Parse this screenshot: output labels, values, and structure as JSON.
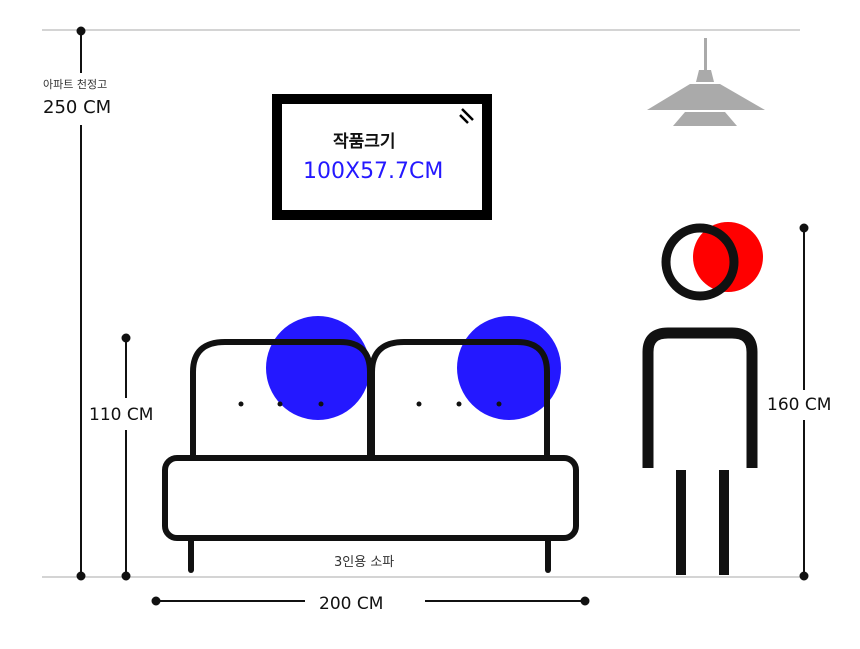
{
  "ceiling": {
    "label": "아파트 천정고",
    "value": "250 CM"
  },
  "artwork": {
    "title": "작품크기",
    "size": "100X57.7CM"
  },
  "sofa": {
    "height": "110 CM",
    "width": "200 CM",
    "label": "3인용 소파"
  },
  "person": {
    "height": "160 CM"
  },
  "colors": {
    "accent_blue": "#2418ff",
    "accent_red": "#ff0000",
    "line": "#111111",
    "lamp": "#aaaaaa"
  }
}
